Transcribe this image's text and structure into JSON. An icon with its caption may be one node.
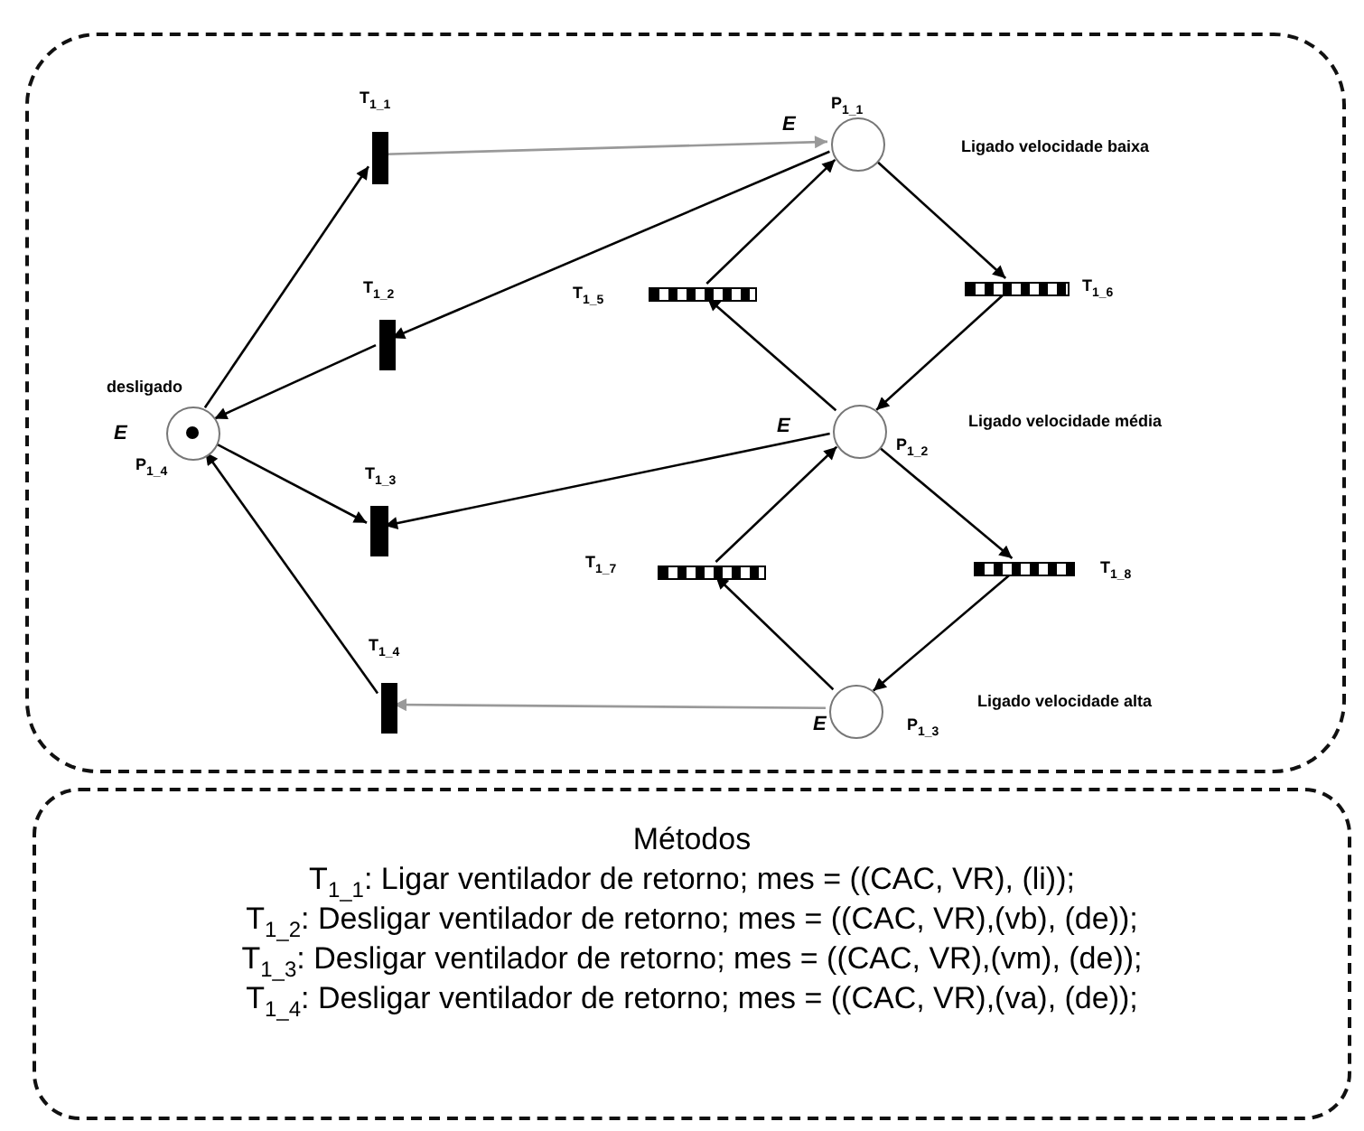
{
  "diagram": {
    "nodes": [
      {
        "text": [],
        "shape": "box"
      },
      {
        "text": [
          "P$_{1_1}$"
        ],
        "beside": [
          "E"
        ],
        "in": 0
      },
      {
        "text": [
          "P$_{1_2}$"
        ],
        "beside": [
          "E"
        ],
        "in": 0
      },
      {
        "text": [
          "P$_{1_3}$"
        ],
        "beside": [
          "E"
        ],
        "in": 0
      },
      {
        "text": [
          "P$_{1_4}$"
        ],
        "beside": [
          "desligado",
          "E"
        ],
        "in": 0
      },
      {
        "text": [
          "T$_{1_1}$"
        ],
        "in": 0
      },
      {
        "text": [
          "T$_{1_2}$"
        ],
        "in": 0
      },
      {
        "text": [
          "T$_{1_3}$"
        ],
        "in": 0
      },
      {
        "text": [
          "T$_{1_4}$"
        ],
        "in": 0
      },
      {
        "text": [
          "T$_{1_5}$"
        ],
        "in": 0
      },
      {
        "text": [
          "T$_{1_6}$"
        ],
        "in": 0
      },
      {
        "text": [
          "T$_{1_7}$"
        ],
        "in": 0
      },
      {
        "text": [
          "T$_{1_8}$"
        ],
        "in": 0
      },
      {
        "text": [
          "Métodos",
          "T$_{1_1}$: Ligar ventilador de retorno; mes = ((CAC, VR), (li));",
          "T$_{1_2}$: Desligar ventilador de retorno; mes = ((CAC, VR),(vb), (de));",
          "T$_{1_3}$: Desligar ventilador de retorno; mes = ((CAC, VR),(vm), (de));",
          "T$_{1_4}$: Desligar ventilador de retorno; mes = ((CAC, VR),(va), (de));"
        ]
      }
    ],
    "edges": [
      {
        "from": 4,
        "to": 5,
        "arrow": "to"
      },
      {
        "from": 5,
        "to": 1,
        "arrow": "to",
        "color": "#999999"
      },
      {
        "from": 1,
        "to": 6,
        "arrow": "to"
      },
      {
        "from": 6,
        "to": 4,
        "arrow": "to"
      },
      {
        "from": 4,
        "to": 7,
        "arrow": "to"
      },
      {
        "from": 2,
        "to": 7,
        "arrow": "to"
      },
      {
        "from": 8,
        "to": 4,
        "arrow": "to"
      },
      {
        "from": 3,
        "to": 8,
        "arrow": "to",
        "color": "#999999"
      },
      {
        "from": 1,
        "to": 10,
        "arrow": "to"
      },
      {
        "from": 10,
        "to": 2,
        "arrow": "to"
      },
      {
        "from": 2,
        "to": 9,
        "arrow": "to"
      },
      {
        "from": 9,
        "to": 1,
        "arrow": "to"
      },
      {
        "from": 2,
        "to": 12,
        "arrow": "to"
      },
      {
        "from": 12,
        "to": 3,
        "arrow": "to"
      },
      {
        "from": 3,
        "to": 11,
        "arrow": "to"
      },
      {
        "from": 11,
        "to": 2,
        "arrow": "to"
      }
    ],
    "labels": [
      "Ligado velocidade baixa",
      "Ligado velocidade média",
      "Ligado velocidade alta"
    ]
  }
}
